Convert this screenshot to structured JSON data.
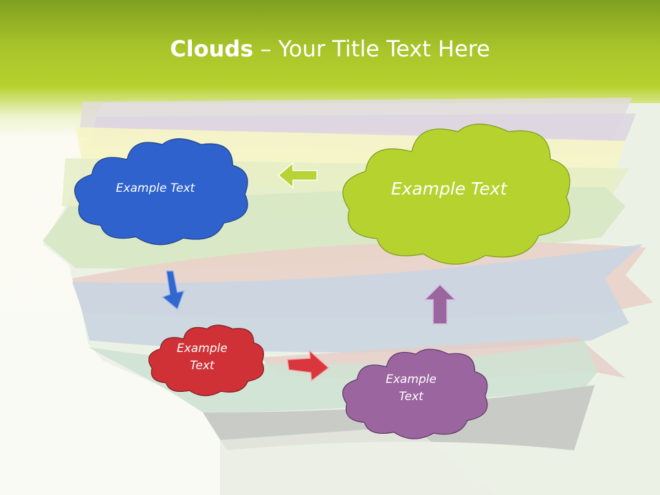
{
  "title": {
    "bold": "Clouds",
    "rest": " – Your Title Text Here"
  },
  "clouds": [
    {
      "text": "Example Text",
      "color": "#2f62cc"
    },
    {
      "text": "Example Text",
      "color": "#b5d22e"
    },
    {
      "text": "Example Text",
      "color": "#cf3136"
    },
    {
      "text": "Example Text",
      "color": "#9b65a0"
    }
  ],
  "arrows": [
    {
      "direction": "left",
      "color": "#b5d22e"
    },
    {
      "direction": "down",
      "color": "#3267d0"
    },
    {
      "direction": "right",
      "color": "#d9373d"
    },
    {
      "direction": "up",
      "color": "#9b65a0"
    }
  ],
  "colors": {
    "header": "#a9c42a",
    "background": "#fafaf5"
  }
}
